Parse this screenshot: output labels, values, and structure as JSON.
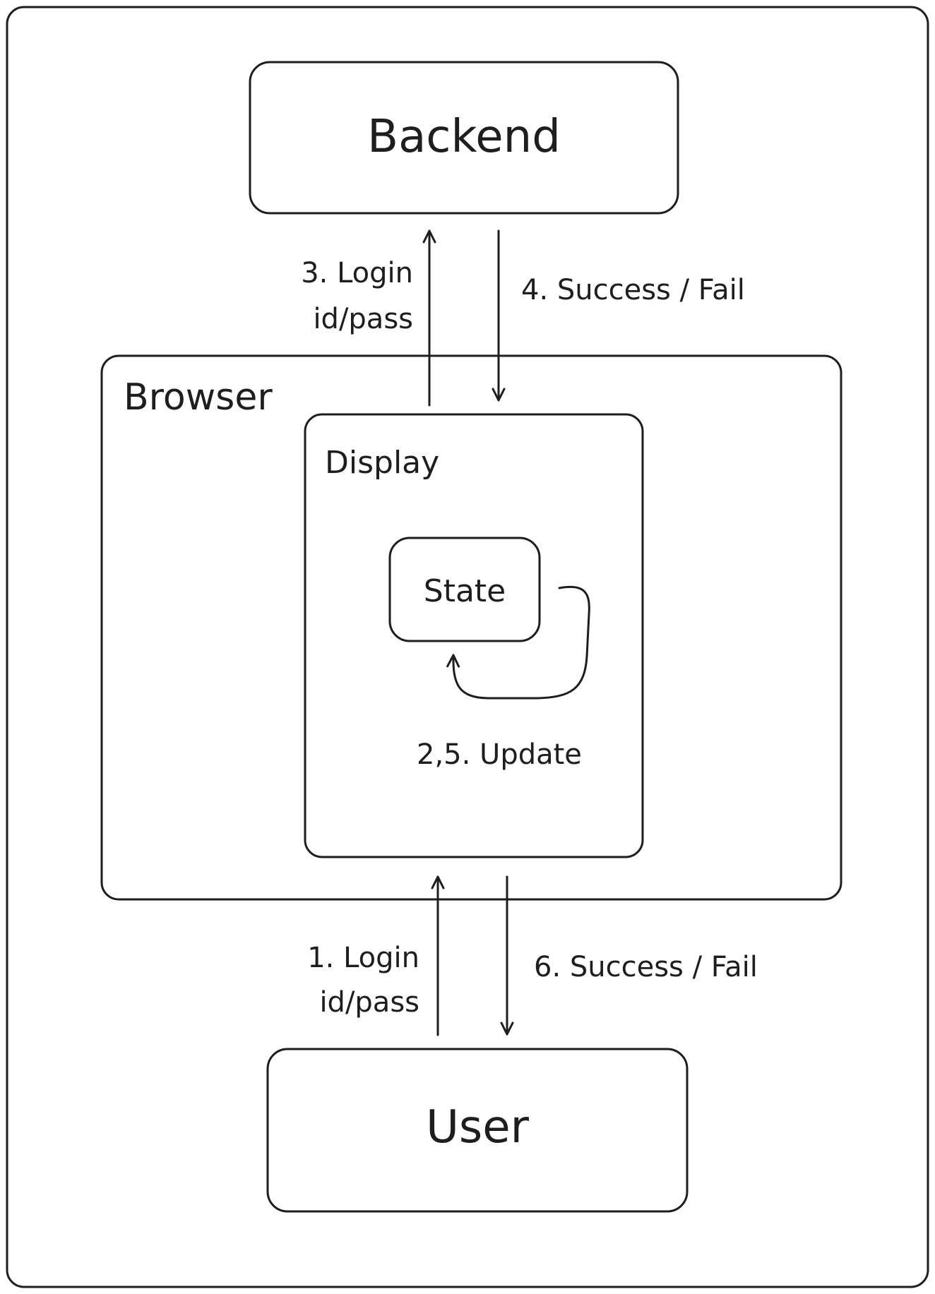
{
  "nodes": {
    "backend": "Backend",
    "browser": "Browser",
    "display": "Display",
    "state": "State",
    "user": "User"
  },
  "edges": {
    "login_to_backend": [
      "3. Login",
      "id/pass"
    ],
    "backend_response": "4. Success / Fail",
    "state_update": "2,5. Update",
    "login_from_user": [
      "1. Login",
      "id/pass"
    ],
    "user_response": "6. Success / Fail"
  },
  "colors": {
    "stroke": "#1e1e1e",
    "background": "#ffffff"
  }
}
